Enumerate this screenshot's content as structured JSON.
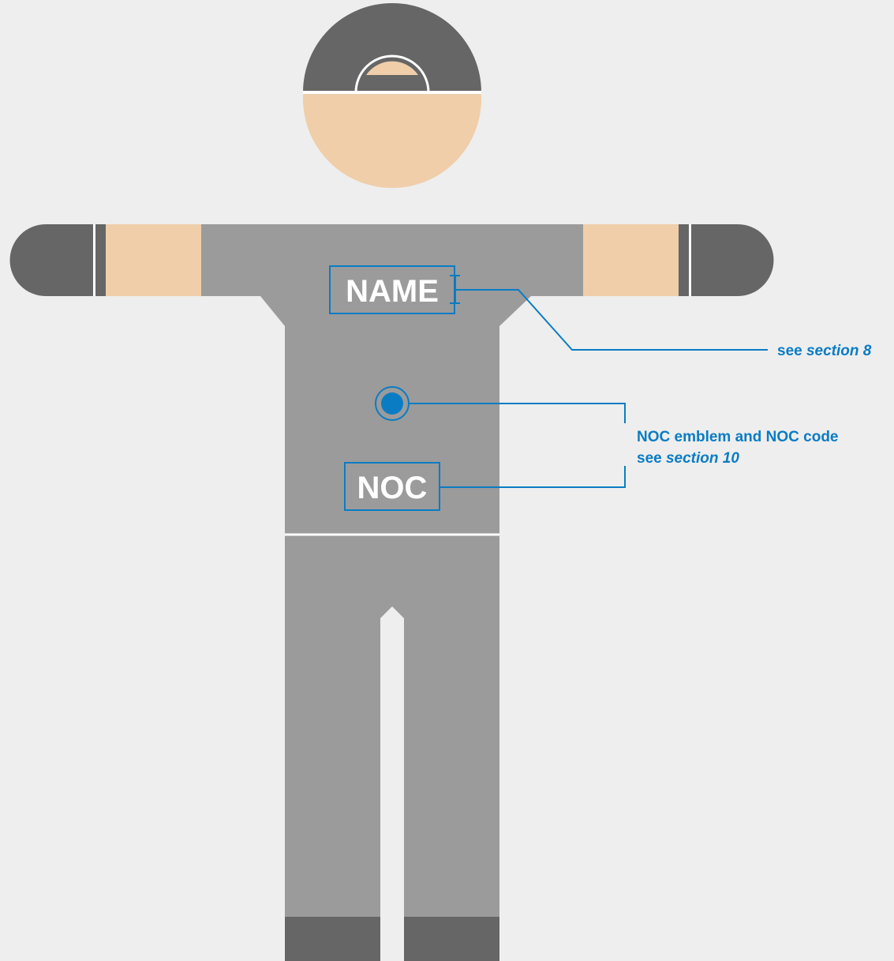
{
  "figure": {
    "labels": {
      "name_patch": "NAME",
      "noc_patch": "NOC"
    },
    "callouts": {
      "name_ref": {
        "prefix": "see ",
        "section": "section 8"
      },
      "noc_ref": {
        "line1": "NOC emblem and NOC code",
        "line2_prefix": "see ",
        "line2_section": "section 10"
      }
    }
  },
  "colors": {
    "background": "#eeeeee",
    "garment": "#9b9b9b",
    "dark": "#666666",
    "skin": "#efcea9",
    "accent_blue": "#0a7cc4",
    "white": "#ffffff"
  }
}
